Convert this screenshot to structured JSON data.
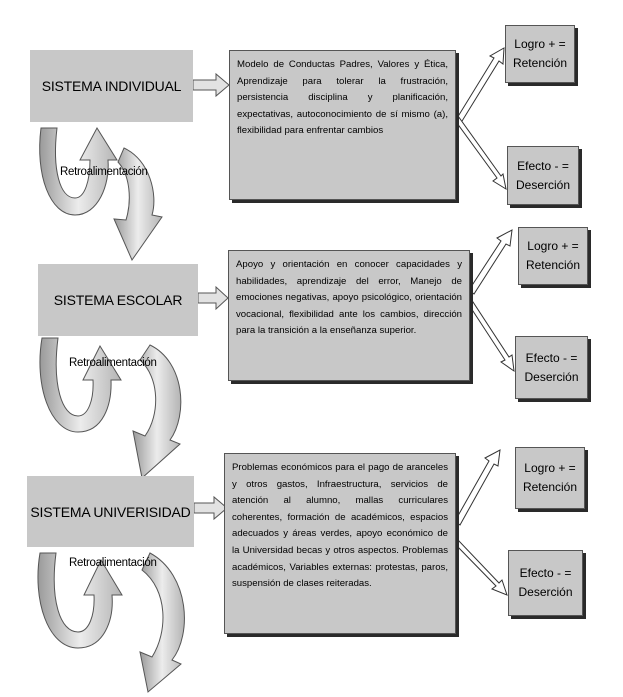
{
  "systems": [
    {
      "title": "SISTEMA INDIVIDUAL",
      "description": "Modelo de Conductas Padres, Valores y Ética, Aprendizaje para tolerar la frustración, persistencia disciplina y planificación, expectativas, autoconocimiento de sí mismo (a), flexibilidad para enfrentar cambios",
      "feedback_label": "Retroalimentación",
      "outcome_positive": "Logro + =\nRetención",
      "outcome_negative": "Efecto - =\nDeserción"
    },
    {
      "title": "SISTEMA ESCOLAR",
      "description": "Apoyo y orientación en conocer capacidades y habilidades, aprendizaje del error, Manejo de emociones negativas, apoyo psicológico, orientación vocacional, flexibilidad ante los cambios, dirección para la transición a la enseñanza superior.",
      "feedback_label": "Retroalimentación",
      "outcome_positive": "Logro + =\nRetención",
      "outcome_negative": "Efecto - =\nDeserción"
    },
    {
      "title": "SISTEMA UNIVERISIDAD",
      "description": "Problemas económicos para el pago de aranceles y otros gastos, Infraestructura, servicios de atención al alumno, mallas curriculares coherentes, formación de académicos, espacios adecuados y áreas verdes, apoyo económico de la Universidad becas y otros aspectos. Problemas académicos, Variables externas: protestas, paros, suspensión de clases reiteradas.",
      "feedback_label": "Retroalimentación",
      "outcome_positive": "Logro + =\nRetención",
      "outcome_negative": "Efecto - =\nDeserción"
    }
  ],
  "colors": {
    "box_fill": "#c8c8c8",
    "shadow": "#2a2a2a",
    "arrow_fill": "#e2e2e2",
    "arrow_stroke": "#555555"
  }
}
